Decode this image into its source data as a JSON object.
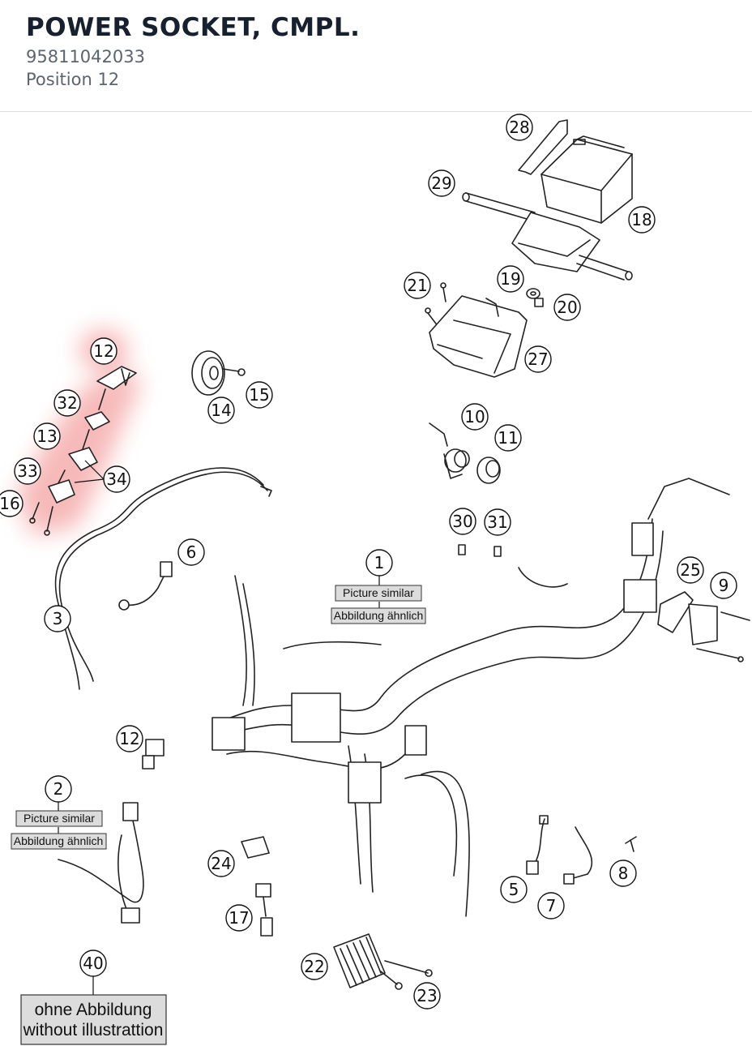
{
  "header": {
    "title": "POWER SOCKET, CMPL.",
    "part_number": "95811042033",
    "position": "Position 12"
  },
  "diagram": {
    "highlighted_position": "12",
    "callouts": [
      "1",
      "2",
      "3",
      "5",
      "6",
      "7",
      "8",
      "9",
      "10",
      "11",
      "12",
      "12",
      "13",
      "14",
      "15",
      "16",
      "17",
      "18",
      "19",
      "20",
      "21",
      "22",
      "23",
      "24",
      "25",
      "27",
      "28",
      "29",
      "30",
      "31",
      "32",
      "33",
      "34",
      "40"
    ],
    "notes": {
      "picture_similar": "Picture similar",
      "abbildung_aehnlich": "Abbildung ähnlich",
      "ohne_abbildung": "ohne Abbildung",
      "without_illustration": "without illustrattion"
    },
    "highlight_color": "#f08080"
  }
}
